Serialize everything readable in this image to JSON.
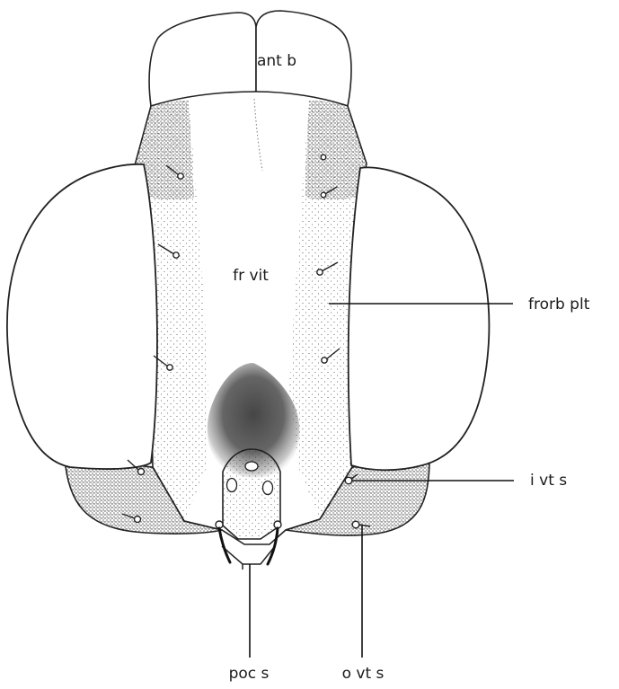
{
  "labels": {
    "antenna_base": "ant b",
    "frontal_vitta": "fr vit",
    "fronto_orbital_plate": "frorb plt",
    "inner_vertical_seta": "i vt s",
    "postocellar_seta": "poc s",
    "outer_vertical_seta": "o vt s"
  },
  "colors": {
    "outline": "#222222",
    "stipple": "#3a3a3a",
    "dark_shading": "#4a4a4a",
    "background": "#ffffff"
  }
}
